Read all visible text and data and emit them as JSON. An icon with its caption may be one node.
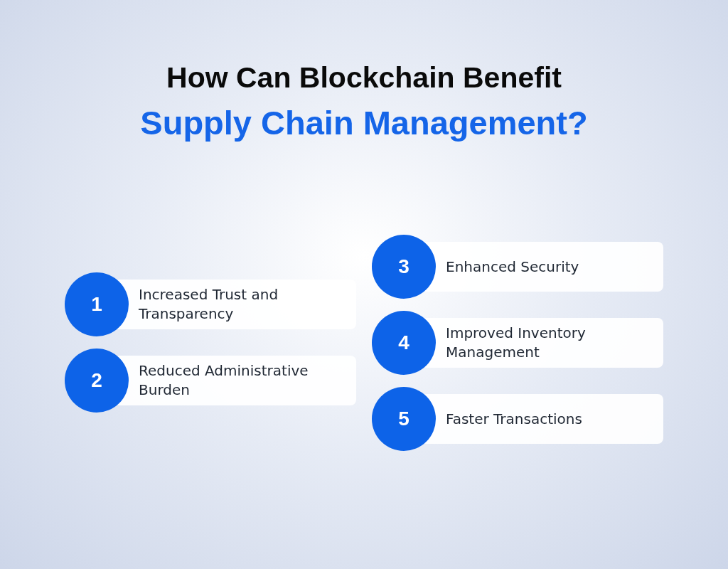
{
  "diagram": {
    "title": "How Can Blockchain Benefit",
    "nodes": [
      {
        "text": [
          "1",
          "Increased Trust and Transparency"
        ]
      },
      {
        "text": [
          "2",
          "Reduced Administrative Burden"
        ]
      },
      {
        "text": [
          "3",
          "Enhanced Security"
        ]
      },
      {
        "text": [
          "4",
          "Improved Inventory Management"
        ]
      },
      {
        "text": [
          "5",
          "Faster Transactions"
        ]
      }
    ],
    "labels": [
      "Supply Chain Management?"
    ]
  }
}
